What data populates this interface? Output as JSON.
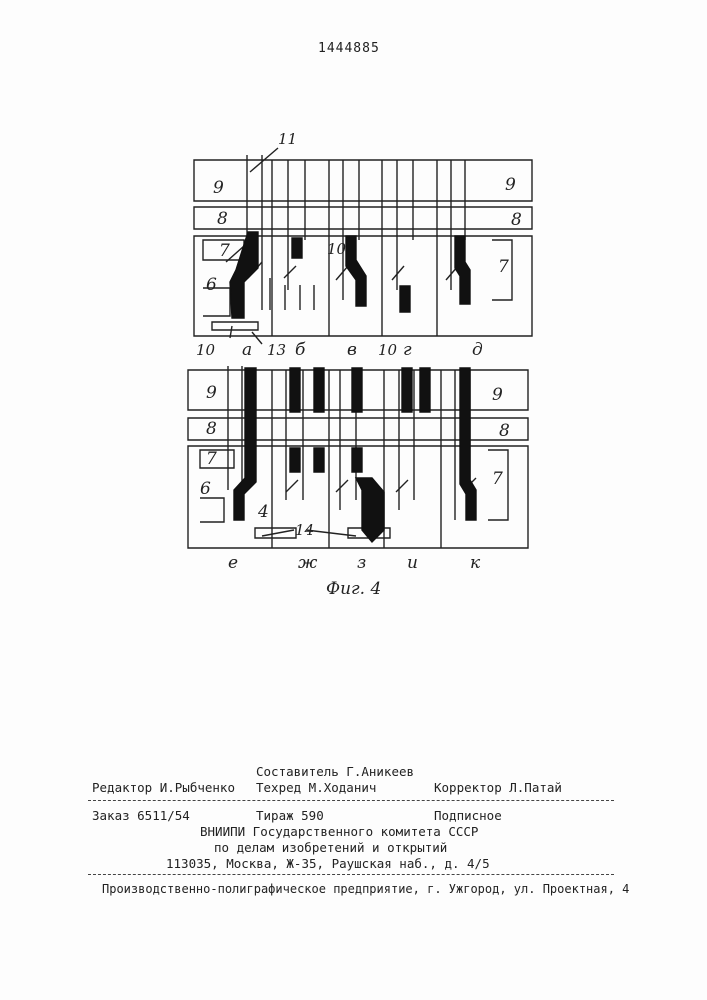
{
  "patent_number": "1444885",
  "figure": {
    "caption": "Фиг. 4",
    "row1_letters": [
      "а",
      "б",
      "в",
      "г",
      "д"
    ],
    "row2_letters": [
      "е",
      "ж",
      "з",
      "и",
      "к"
    ],
    "ref": {
      "n11": "11",
      "n9": "9",
      "n8": "8",
      "n7": "7",
      "n6": "6",
      "n10": "10",
      "n13": "13",
      "n4": "4",
      "n14": "14"
    }
  },
  "footer": {
    "compiler": "Составитель Г.Аникеев",
    "editor": "Редактор И.Рыбченко",
    "techred": "Техред М.Ходанич",
    "corrector": "Корректор Л.Патай",
    "order": "Заказ 6511/54",
    "print_run": "Тираж 590",
    "subscription": "Подписное",
    "org_line1": "ВНИИПИ Государственного комитета СССР",
    "org_line2": "по делам изобретений и открытий",
    "address": "113035, Москва, Ж-35, Раушская наб., д. 4/5",
    "printer": "Производственно-полиграфическое предприятие, г. Ужгород, ул. Проектная, 4"
  }
}
